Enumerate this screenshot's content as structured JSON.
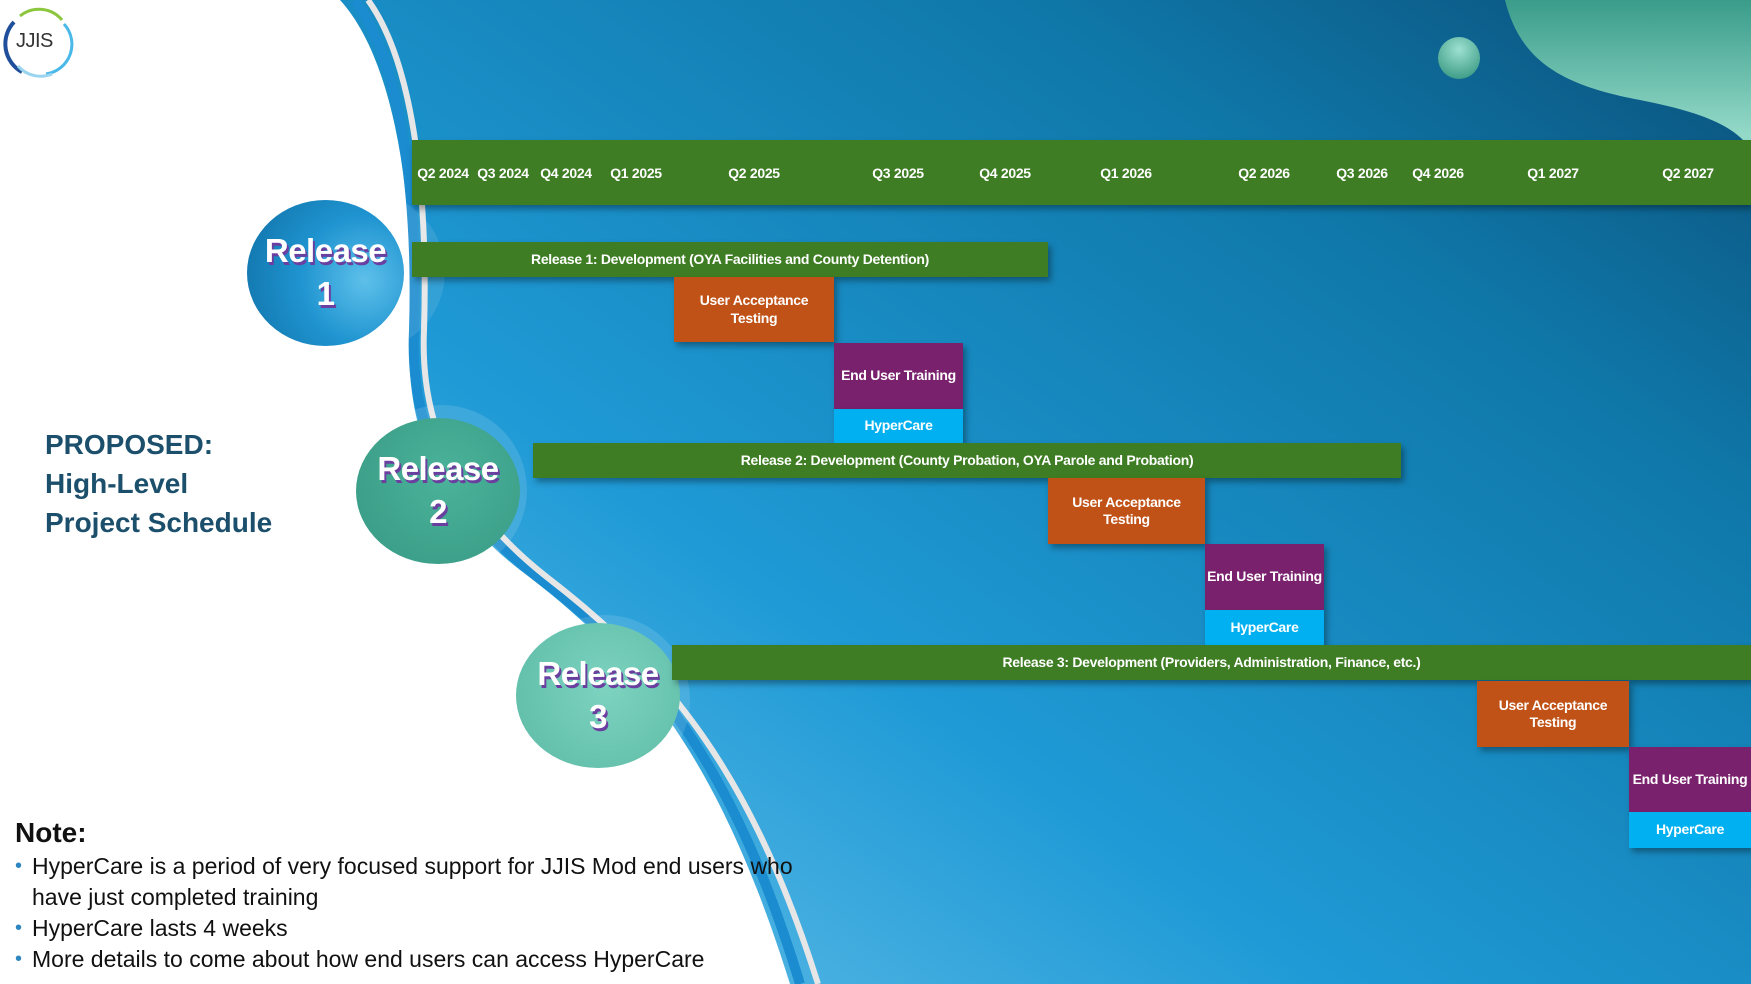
{
  "logo": {
    "text": "JJIS"
  },
  "title": {
    "line1": "PROPOSED:",
    "line2": "High-Level",
    "line3": "Project Schedule"
  },
  "colors": {
    "development": "#3e7d23",
    "uat": "#c05217",
    "training": "#7a216e",
    "hypercare": "#00b0f0",
    "title": "#1b4f6b"
  },
  "releases": [
    {
      "label": "Release",
      "number": "1"
    },
    {
      "label": "Release",
      "number": "2"
    },
    {
      "label": "Release",
      "number": "3"
    }
  ],
  "timeline": {
    "quarters": [
      "Q2 2024",
      "Q3 2024",
      "Q4 2024",
      "Q1 2025",
      "Q2 2025",
      "Q3 2025",
      "Q4 2025",
      "Q1 2026",
      "Q2 2026",
      "Q3 2026",
      "Q4 2026",
      "Q1 2027",
      "Q2 2027"
    ]
  },
  "tasks": {
    "r1_dev": "Release 1:  Development (OYA Facilities and County Detention)",
    "r1_uat_l1": "User Acceptance",
    "r1_uat_l2": "Testing",
    "r1_eut": "End User Training",
    "r1_hc": "HyperCare",
    "r2_dev": "Release 2: Development (County Probation, OYA Parole and Probation)",
    "r2_uat_l1": "User Acceptance",
    "r2_uat_l2": "Testing",
    "r2_eut": "End User Training",
    "r2_hc": "HyperCare",
    "r3_dev": "Release 3:  Development (Providers, Administration, Finance, etc.)",
    "r3_uat_l1": "User Acceptance",
    "r3_uat_l2": "Testing",
    "r3_eut": "End User Training",
    "r3_hc": "HyperCare"
  },
  "note": {
    "heading": "Note:",
    "items": [
      "HyperCare is a period of very focused support for JJIS Mod end users who",
      "have just completed training",
      "HyperCare lasts 4 weeks",
      "More details to come about how end users can access HyperCare"
    ]
  }
}
